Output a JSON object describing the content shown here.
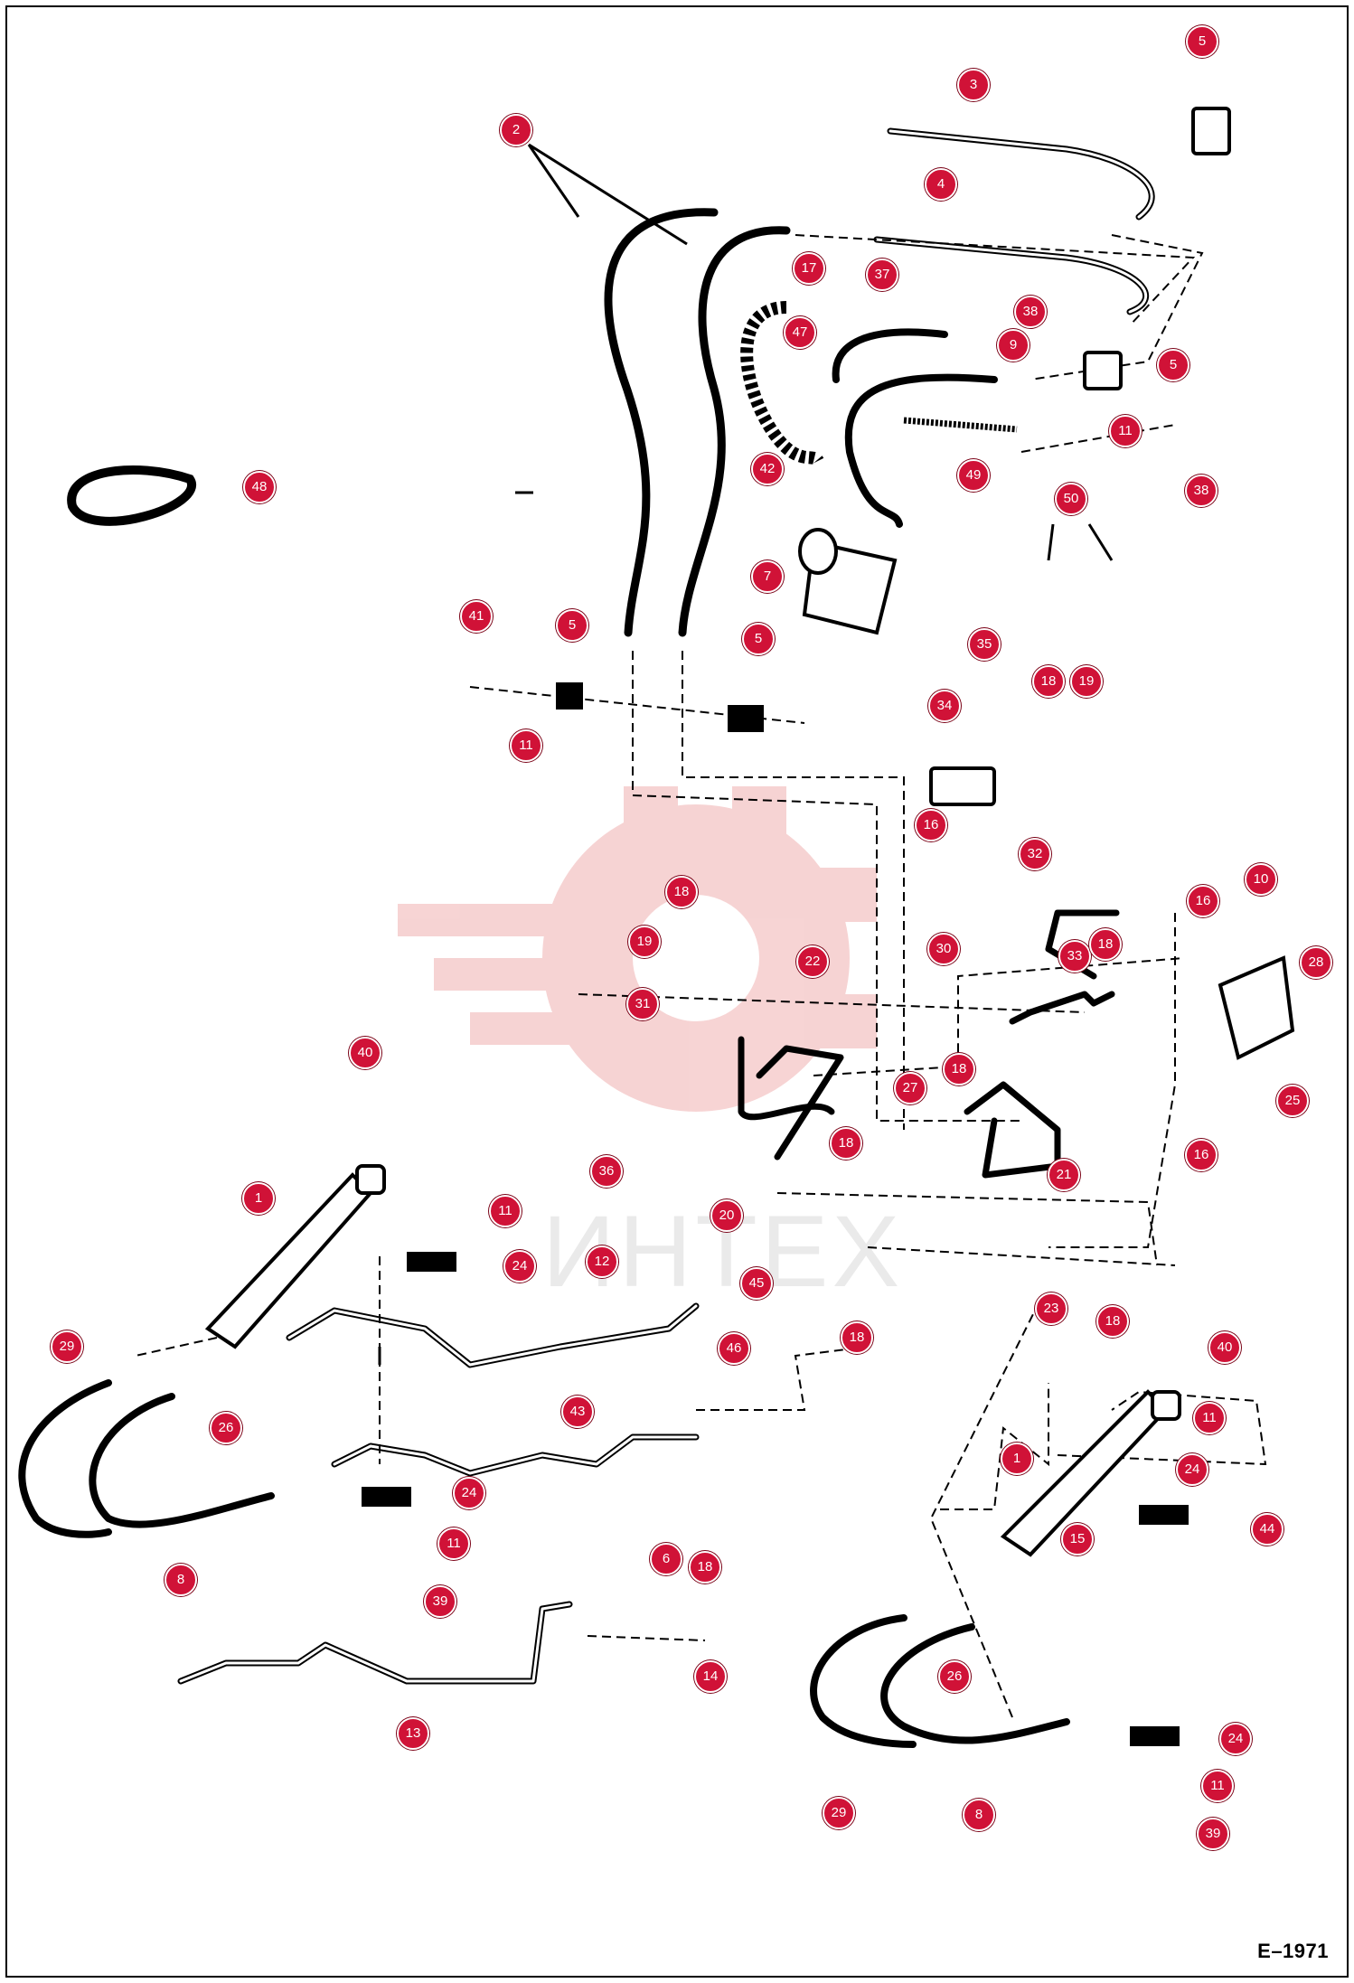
{
  "diagram": {
    "drawing_code": "E–1971",
    "watermark_text": "ИНТЕХ",
    "callout_color": "#d01237",
    "watermark_color": "#f5c9c9",
    "callouts": [
      "5",
      "3",
      "2",
      "4",
      "17",
      "37",
      "38",
      "9",
      "47",
      "5",
      "11",
      "48",
      "49",
      "42",
      "50",
      "38",
      "7",
      "41",
      "5",
      "5",
      "35",
      "34",
      "18",
      "19",
      "11",
      "16",
      "32",
      "10",
      "18",
      "16",
      "19",
      "30",
      "33",
      "18",
      "28",
      "31",
      "22",
      "27",
      "18",
      "25",
      "40",
      "16",
      "36",
      "18",
      "21",
      "1",
      "20",
      "11",
      "24",
      "12",
      "45",
      "23",
      "18",
      "29",
      "46",
      "18",
      "40",
      "26",
      "43",
      "11",
      "1",
      "24",
      "24",
      "44",
      "15",
      "8",
      "11",
      "6",
      "18",
      "39",
      "14",
      "26",
      "13",
      "24",
      "11",
      "29",
      "8",
      "39"
    ]
  }
}
